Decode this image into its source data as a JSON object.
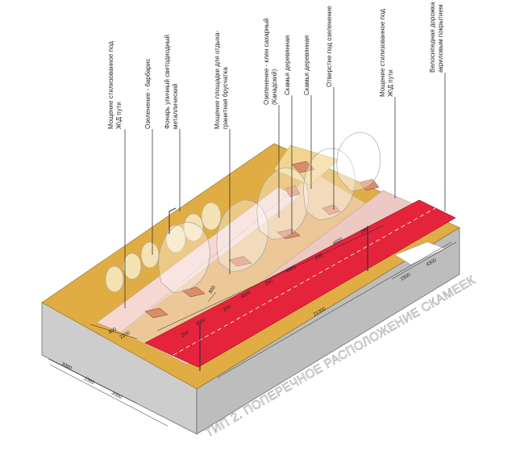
{
  "title": "ТИП 2. ПОПЕРЕЧНОЕ РАСПОЛОЖЕНИЕ СКАМЕЕК",
  "labels": [
    {
      "id": "paving-rail-left",
      "lines": [
        "Мощение стилизованное под",
        "Ж\\Д пути"
      ]
    },
    {
      "id": "greenery-barberry",
      "lines": [
        "Озеленение - барбарис"
      ]
    },
    {
      "id": "street-lamp",
      "lines": [
        "Фонарь уличный светодиодный",
        "металлический"
      ]
    },
    {
      "id": "rest-area-paving",
      "lines": [
        "Мощение площадки для отдыха-",
        "гранитная брусчатка"
      ]
    },
    {
      "id": "greenery-maple",
      "lines": [
        "Озеленение - клен сахарный",
        "(Канадский)"
      ]
    },
    {
      "id": "bench-wood-1",
      "lines": [
        "Скамья деревянная"
      ]
    },
    {
      "id": "bench-wood-2",
      "lines": [
        "Скамья деревянная"
      ]
    },
    {
      "id": "tree-opening",
      "lines": [
        "Отверстие под озеленение"
      ]
    },
    {
      "id": "paving-rail-right",
      "lines": [
        "Мощение стилизованное под",
        "Ж\\Д пути"
      ]
    },
    {
      "id": "bike-lane",
      "lines": [
        "Велосипедная дорожка с",
        "акриловым покрытием"
      ]
    }
  ],
  "dimensions": {
    "total_length": "21300",
    "bench_spacing": [
      "4500",
      "4600",
      "4900",
      "4600"
    ],
    "bench_gap": [
      "200",
      "200",
      "200",
      "200",
      "200"
    ],
    "bench_offset": "800",
    "near_widths": [
      "800",
      "2200"
    ],
    "far_widths": [
      "1500",
      "4300"
    ],
    "cross_section": [
      "3000",
      "1500",
      "3000"
    ]
  },
  "colors": {
    "sand": "#e0ad45",
    "paving_pink": "#f5dcd6",
    "bike_red": "#e5243b",
    "section_grey": "#cfcfcf",
    "bench": "#d98c6b"
  }
}
